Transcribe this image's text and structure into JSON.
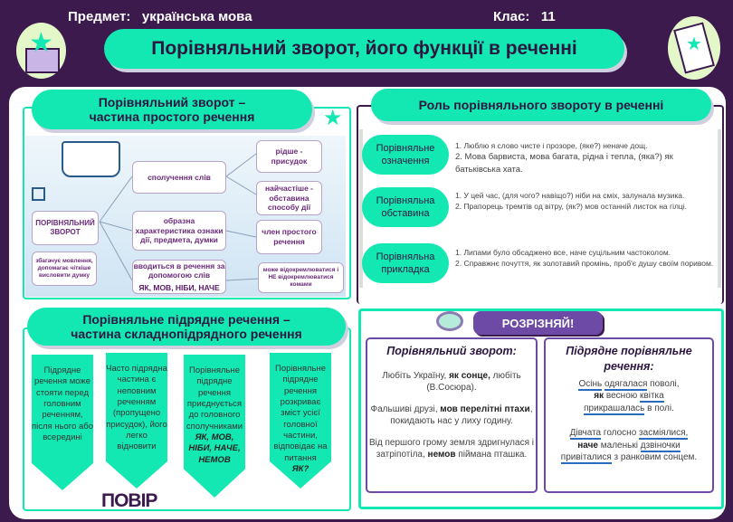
{
  "header": {
    "subject_label": "Предмет:",
    "subject": "українська мова",
    "class_label": "Клас:",
    "class": "11",
    "title": "Порівняльний зворот, його функції в реченні"
  },
  "left_top": {
    "title_line1": "Порівняльний зворот –",
    "title_line2": "частина простого речення",
    "diagram": {
      "root": "ПОРІВНЯЛЬНИЙ ЗВОРОТ",
      "note": "збагачує мовлення, допомагає чіткіше висловити думку",
      "b1": "сполучення слів",
      "b1a": "рідше - присудок",
      "b1b": "найчастіше - обставина способу дії",
      "b2": "образна характеристика ознаки дії, предмета, думки",
      "b2a": "член простого речення",
      "b3": "вводиться в речення за допомогою слів",
      "b3_words": "ЯК, МОВ, НІБИ, НАЧЕ",
      "b3a": "може відокремлюватися і НЕ відокремлюватися комами"
    }
  },
  "right_top": {
    "title": "Роль порівняльного звороту в реченні",
    "roles": [
      {
        "label": "Порівняльне означення",
        "examples": [
          "1. Люблю я слово чисте і прозоре, (яке?) неначе дощ.",
          "2. Мова барвиста, мова багата, рідна і тепла, (яка?) як батьківська хата."
        ]
      },
      {
        "label": "Порівняльна обставина",
        "examples": [
          "1. У цей час, (для чого? навіщо?) ніби на сміх, залунала музика.",
          "2. Прапорець тремтів од вітру, (як?) мов останній листок на гілці."
        ]
      },
      {
        "label": "Порівняльна прикладка",
        "examples": [
          "1. Липами було обсаджено все, наче суцільним частоколом.",
          "2. Справжнє почуття, як золотавий промінь, проб'є душу своїм поривом."
        ]
      }
    ]
  },
  "left_bottom": {
    "title_line1": "Порівняльне підрядне  речення –",
    "title_line2": "частина складнопідрядного речення",
    "cards": [
      {
        "text": "Підрядне речення може стояти перед головним реченням, після нього або всередині",
        "bold": ""
      },
      {
        "text": "Часто підрядна частина є неповним реченням (пропущено присудок), його легко відновити",
        "bold": ""
      },
      {
        "text": "Порівняльне підрядне речення приєднується до головного сполучниками",
        "bold": "ЯК, МОВ, НІБИ, НАЧЕ, НЕМОВ"
      },
      {
        "text": "Порівняльне підрядне речення розкриває зміст усієї головної частини, відповідає на питання",
        "bold": "ЯК?"
      }
    ],
    "logo": "ПОВІР"
  },
  "right_bottom": {
    "badge": "РОЗРІЗНЯЙ!",
    "col1": {
      "title": "Порівняльний зворот:",
      "ex1_a": "Любіть Україну, ",
      "ex1_b": "як сонце,",
      "ex1_c": " любіть (В.Сосюра).",
      "ex2_a": "Фальшиві друзі, ",
      "ex2_b": "мов перелітні птахи",
      "ex2_c": ", покидають нас у лиху годину.",
      "ex3_a": "Від першого грому земля здригнулася і затріпотіла, ",
      "ex3_b": "немов",
      "ex3_c": " піймана пташка."
    },
    "col2": {
      "title": "Підрядне порівняльне речення:",
      "s1": [
        "Осінь",
        "одягалася",
        "поволі,",
        "як",
        "весною",
        "квітка",
        "прикрашалась",
        "в полі."
      ],
      "s2": [
        "Дівчата",
        "голосно",
        "засміялися,",
        "наче",
        "маленькі",
        "дзвіночки",
        "привіталися",
        "з ранковим сонцем."
      ]
    }
  },
  "colors": {
    "bg": "#3d1a4e",
    "accent": "#14e8b2",
    "purple": "#6d4aa6"
  }
}
